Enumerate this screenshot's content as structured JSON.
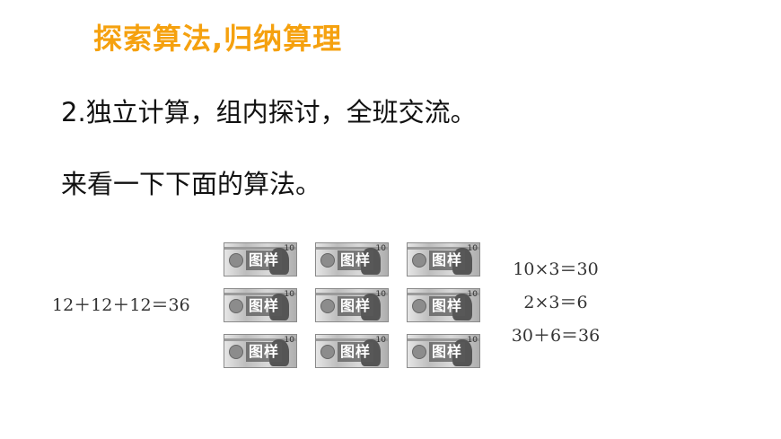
{
  "title": "探索算法,归纳算理",
  "line1": "2.独立计算，组内探讨，全班交流。",
  "line2": "来看一下下面的算法。",
  "sum_left": "12＋12＋12＝36",
  "bill_stamp": "图样",
  "bill_denom": "10",
  "bills_rows": 3,
  "bills_cols": 3,
  "notes": [
    "10×3＝30",
    "2×3＝6",
    "30＋6＝36"
  ],
  "colors": {
    "title": "#f5a10f",
    "text": "#111111"
  }
}
